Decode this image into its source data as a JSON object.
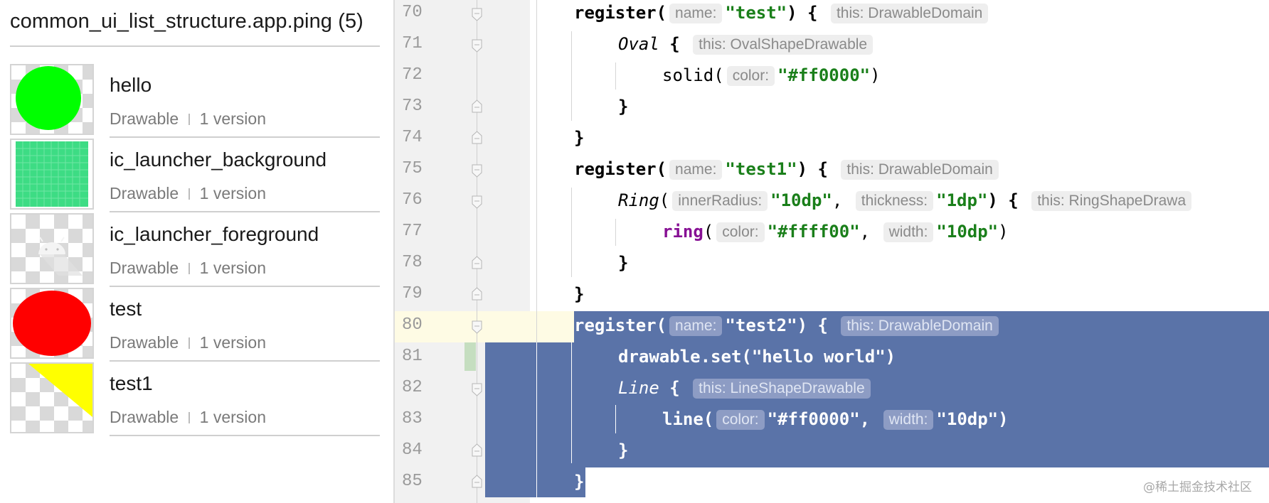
{
  "resources_panel": {
    "title": "common_ui_list_structure.app.ping (5)",
    "items": [
      {
        "name": "hello",
        "type": "Drawable",
        "versions": "1 version",
        "preview": "green-circle-icon",
        "color": "#00ff00"
      },
      {
        "name": "ic_launcher_background",
        "type": "Drawable",
        "versions": "1 version",
        "preview": "green-grid-icon",
        "color": "#3ddc84"
      },
      {
        "name": "ic_launcher_foreground",
        "type": "Drawable",
        "versions": "1 version",
        "preview": "android-robot-icon",
        "color": "#ffffff"
      },
      {
        "name": "test",
        "type": "Drawable",
        "versions": "1 version",
        "preview": "red-oval-icon",
        "color": "#ff0000"
      },
      {
        "name": "test1",
        "type": "Drawable",
        "versions": "1 version",
        "preview": "yellow-triangle-icon",
        "color": "#ffff00"
      }
    ]
  },
  "editor": {
    "line_numbers": [
      "70",
      "71",
      "72",
      "73",
      "74",
      "75",
      "76",
      "77",
      "78",
      "79",
      "80",
      "81",
      "82",
      "83",
      "84",
      "85"
    ],
    "lines": {
      "l70": {
        "fn": "register(",
        "hint1": "name:",
        "arg": "\"test\"",
        "close": ") {",
        "hint2": "this: DrawableDomain"
      },
      "l71": {
        "fn": "Oval",
        "open": " {",
        "hint": "this: OvalShapeDrawable"
      },
      "l72": {
        "fn": "solid(",
        "hint": "color:",
        "arg": "\"#ff0000\"",
        "close": ")"
      },
      "l73": {
        "text": "}"
      },
      "l74": {
        "text": "}"
      },
      "l75": {
        "fn": "register(",
        "hint1": "name:",
        "arg": "\"test1\"",
        "close": ") {",
        "hint2": "this: DrawableDomain"
      },
      "l76": {
        "fn": "Ring",
        "paren": "(",
        "hint1": "innerRadius:",
        "arg1": "\"10dp\"",
        "comma": ",",
        "hint2": "thickness:",
        "arg2": "\"1dp\"",
        "close": ") {",
        "hint3": "this: RingShapeDrawa"
      },
      "l77": {
        "fn": "ring",
        "paren": "(",
        "hint1": "color:",
        "arg1": "\"#ffff00\"",
        "comma": ",",
        "hint2": "width:",
        "arg2": "\"10dp\"",
        "close": ")"
      },
      "l78": {
        "text": "}"
      },
      "l79": {
        "text": "}"
      },
      "l80": {
        "fn": "register(",
        "hint1": "name:",
        "arg": "\"test2\"",
        "close": ") {",
        "hint2": "this: DrawableDomain"
      },
      "l81": {
        "text": "drawable.set(\"hello world\")"
      },
      "l82": {
        "fn": "Line",
        "open": " {",
        "hint": "this: LineShapeDrawable"
      },
      "l83": {
        "fn": "line(",
        "hint1": "color:",
        "arg1": "\"#ff0000\"",
        "comma": ",",
        "hint2": "width:",
        "arg2": "\"10dp\"",
        "close": ")"
      },
      "l84": {
        "text": "}"
      },
      "l85": {
        "text": "}"
      }
    },
    "selection_color": "#5a73a8",
    "string_color": "#1a7f1a",
    "method_color": "#871094",
    "current_line_color": "#fefbe4"
  },
  "watermark": "@稀土掘金技术社区"
}
